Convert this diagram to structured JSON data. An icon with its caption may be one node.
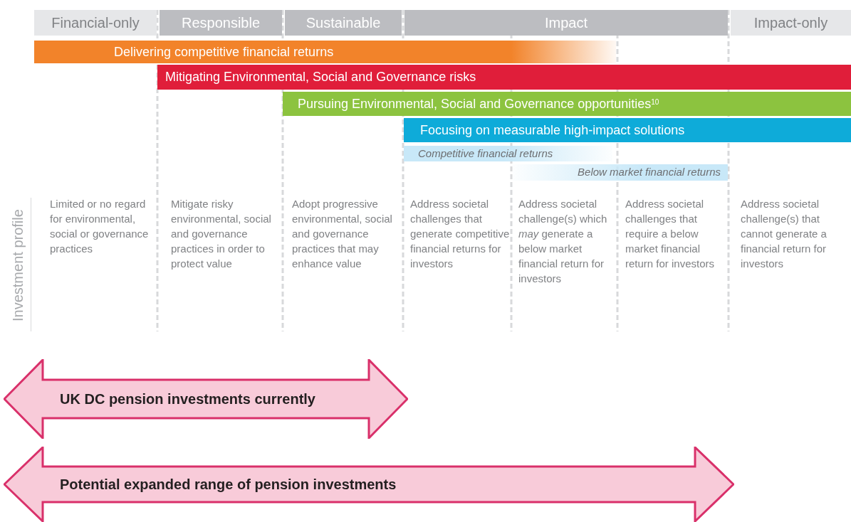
{
  "diagram": {
    "nodes": [
      {
        "text": [
          "Financial-only"
        ]
      },
      {
        "text": [
          "Responsible"
        ]
      },
      {
        "text": [
          "Sustainable"
        ]
      },
      {
        "text": [
          "Impact"
        ]
      },
      {
        "text": [
          "Impact-only"
        ]
      },
      {
        "text": [
          "Delivering competitive financial returns"
        ]
      },
      {
        "text": [
          "Mitigating Environmental, Social and Governance risks"
        ]
      },
      {
        "text": [
          "Pursuing Environmental, Social and Governance opportunities$^{10}$"
        ]
      },
      {
        "text": [
          "Focusing on measurable high-impact solutions"
        ]
      },
      {
        "text": [
          "Competitive financial returns"
        ]
      },
      {
        "text": [
          "Below market financial returns"
        ]
      },
      {
        "text": [
          "UK DC pension investments currently"
        ]
      },
      {
        "text": [
          "Potential expanded range of pension investments"
        ]
      }
    ],
    "labels": [
      "Investment profile",
      "Limited or no regard for environmental, social or governance practices",
      "Mitigate risky environmental, social and governance practices in order to protect value",
      "Adopt progressive environmental, social and governance practices that may enhance value",
      "Address societal challenges that generate competitive financial returns for investors",
      "Address societal challenge(s) which *may* generate a below market financial return for investors",
      "Address societal challenges that require a below market financial return for investors",
      "Address societal challenge(s) that cannot generate a financial return for investors"
    ]
  }
}
